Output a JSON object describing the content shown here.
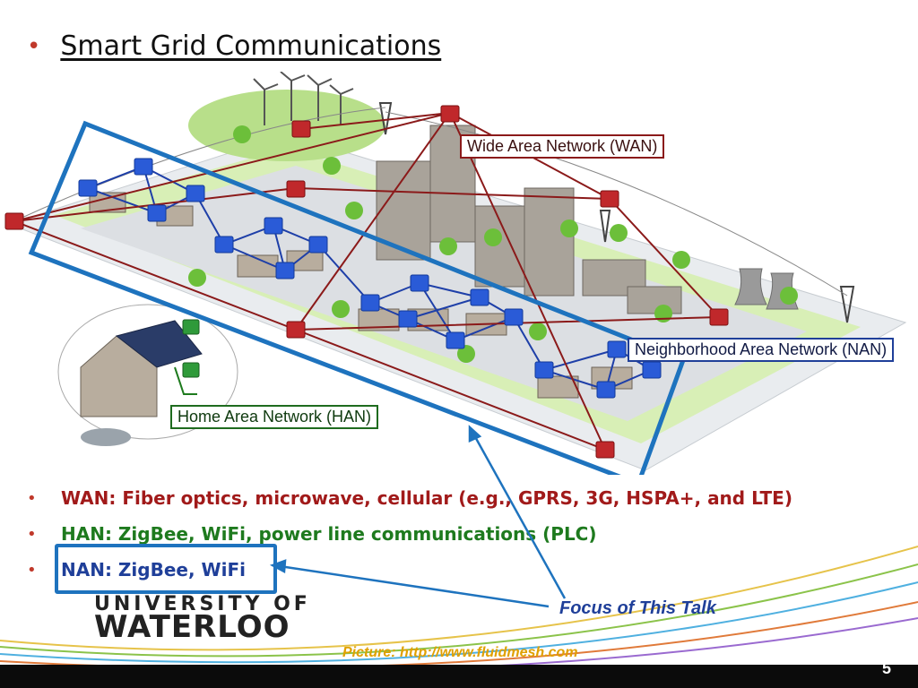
{
  "slide": {
    "title": "Smart Grid Communications",
    "page_number": "5"
  },
  "diagram": {
    "wan_label": "Wide Area Network (WAN)",
    "nan_label": "Neighborhood Area Network (NAN)",
    "han_label": "Home Area Network (HAN)"
  },
  "bullets": [
    {
      "text": "WAN: Fiber optics, microwave, cellular (e.g., GPRS, 3G, HSPA+, and LTE)",
      "color": "#a11a1a"
    },
    {
      "text": "HAN: ZigBee, WiFi, power line communications (PLC)",
      "color": "#1e7a1e"
    },
    {
      "text": "NAN: ZigBee, WiFi",
      "color": "#1f3f99"
    }
  ],
  "logo": {
    "line1": "UNIVERSITY OF",
    "line2": "WATERLOO"
  },
  "callout": "Focus of This Talk",
  "credit": "Picture: http://www.fluidmesh.com",
  "colors": {
    "wan": "#8b1a1a",
    "nan": "#1e3fa8",
    "han": "#1e7a1e",
    "highlight": "#1e73be"
  }
}
